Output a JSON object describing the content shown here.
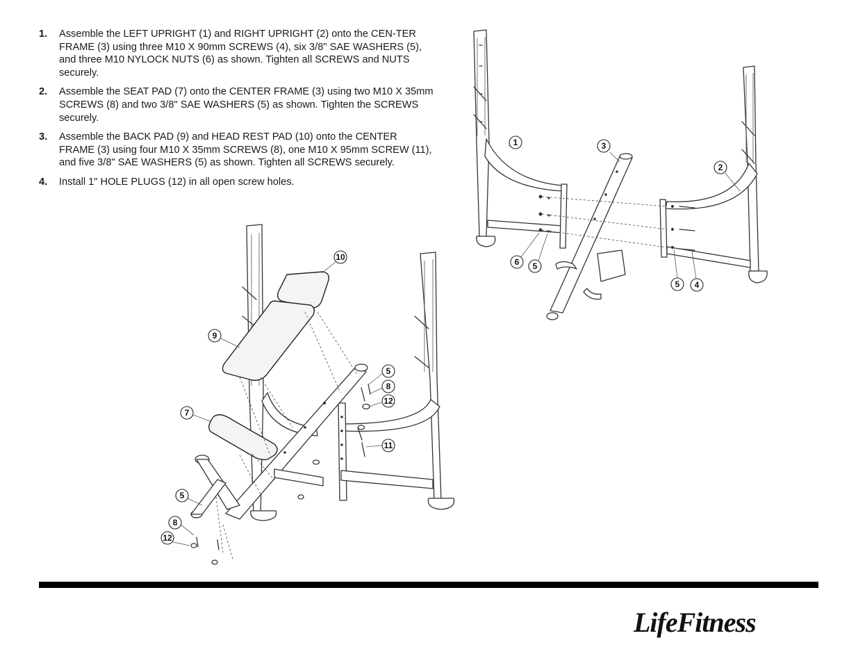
{
  "steps": [
    {
      "number": "1.",
      "text": "Assemble the LEFT UPRIGHT (1) and RIGHT UPRIGHT (2) onto the CEN-TER FRAME (3) using three M10 X 90mm SCREWS (4), six 3/8\" SAE WASHERS (5), and three M10 NYLOCK NUTS (6) as shown. Tighten all SCREWS and NUTS securely."
    },
    {
      "number": "2.",
      "text": "Assemble the SEAT PAD (7) onto the CENTER FRAME (3) using two M10 X 35mm SCREWS (8) and two 3/8\" SAE WASHERS (5) as shown. Tighten the SCREWS securely."
    },
    {
      "number": "3.",
      "text": "Assemble the BACK PAD (9) and HEAD REST PAD (10) onto the CENTER FRAME (3) using four M10 X 35mm SCREWS (8), one M10 X 95mm SCREW (11), and five 3/8\" SAE WASHERS (5) as shown. Tighten all SCREWS securely."
    },
    {
      "number": "4.",
      "text": "Install 1\" HOLE PLUGS (12) in all open screw holes."
    }
  ],
  "diagram_right": {
    "callouts": [
      "1",
      "3",
      "2",
      "6",
      "5",
      "5",
      "4"
    ]
  },
  "diagram_left": {
    "callouts": [
      "10",
      "9",
      "5",
      "8",
      "12",
      "7",
      "11",
      "5",
      "8",
      "12"
    ]
  },
  "brand": {
    "logo_text": "LifeFitness"
  }
}
